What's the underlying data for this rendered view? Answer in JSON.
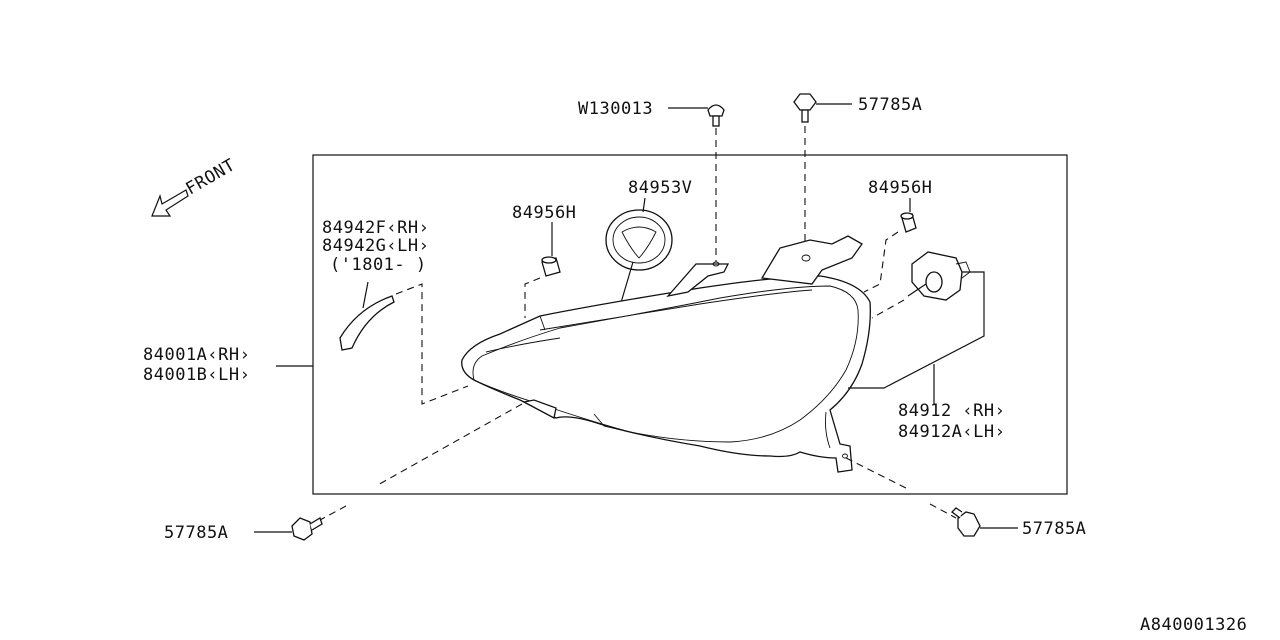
{
  "diagram": {
    "front_label": "FRONT",
    "figure_code": "A840001326",
    "labels": {
      "w130013": "W130013",
      "clip_top": "57785A",
      "p84953v": "84953V",
      "cap_right": "84956H",
      "cap_left": "84956H",
      "p84942f": "84942F‹RH›",
      "p84942g": "84942G‹LH›",
      "p84942_date": "('1801-   )",
      "p84001a": "84001A‹RH›",
      "p84001b": "84001B‹LH›",
      "p84912": "84912  ‹RH›",
      "p84912a": "84912A‹LH›",
      "clip_bottom_left": "57785A",
      "clip_bottom_right": "57785A"
    }
  }
}
